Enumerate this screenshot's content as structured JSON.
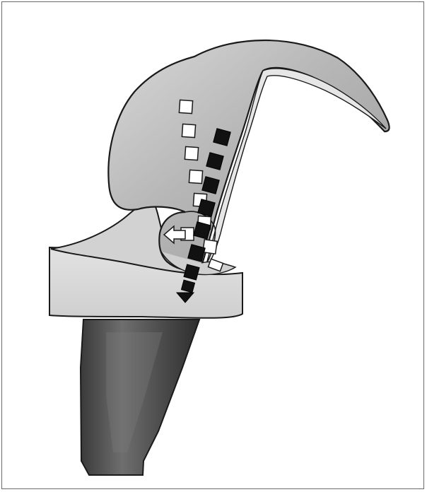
{
  "diagram": {
    "subject": "knee-prosthesis-cross-section",
    "colors": {
      "frame": "#6a6a6a",
      "outline": "#1a1a1a",
      "femoral_component": "#b4b4b4",
      "femoral_highlight": "#e2e2e2",
      "tibial_insert": "#dcdcdc",
      "tibial_post": "#d0d0d0",
      "tibial_stem": "#505050",
      "stem_highlight": "#7a7a7a",
      "marker_open": "#ffffff",
      "marker_filled": "#111111",
      "arrow": "#111111"
    },
    "marker_paths": [
      {
        "name": "open-square-marker-path",
        "style": "open",
        "marker_count": 9
      },
      {
        "name": "filled-square-marker-path",
        "style": "filled",
        "marker_count": 9
      }
    ],
    "arrows": [
      {
        "name": "open-arrow",
        "style": "open",
        "direction": "left"
      },
      {
        "name": "filled-arrow",
        "style": "filled",
        "direction": "down"
      }
    ]
  }
}
